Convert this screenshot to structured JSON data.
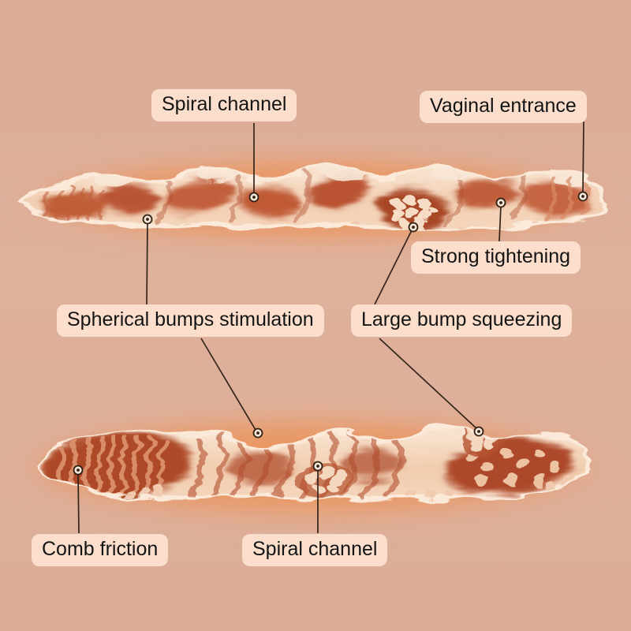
{
  "figure": {
    "kind": "annotated product cross-section diagram",
    "background_color": "#dcae9a",
    "label_pill_color": "#fbdecb",
    "label_text_color": "#141414",
    "callout_line_color": "#33241a",
    "glow_color": "#ec9a66",
    "texture_cream_color": "#f8e3d1",
    "texture_dark_color": "#b95434"
  },
  "labels": [
    {
      "id": "spiral-channel-top",
      "text": "Spiral channel"
    },
    {
      "id": "vaginal-entrance",
      "text": "Vaginal entrance"
    },
    {
      "id": "strong-tightening",
      "text": "Strong tightening"
    },
    {
      "id": "spherical-bumps-stimulation",
      "text": "Spherical bumps stimulation"
    },
    {
      "id": "large-bump-squeezing",
      "text": "Large bump squeezing"
    },
    {
      "id": "comb-friction",
      "text": "Comb friction"
    },
    {
      "id": "spiral-channel-bottom",
      "text": "Spiral channel"
    }
  ],
  "illustrations": [
    {
      "id": "upper-sleeve-cross-section",
      "description": "flesh-toned inner texture strip with spiral ridges, spherical bumps, large bump pocket, tightening rings and entrance, surrounded by orange glow"
    },
    {
      "id": "lower-sleeve-cross-section",
      "description": "flesh-toned inner texture strip with comb ridges at left, spiral channel stripes in middle, large bump clusters at right, surrounded by orange glow"
    }
  ]
}
